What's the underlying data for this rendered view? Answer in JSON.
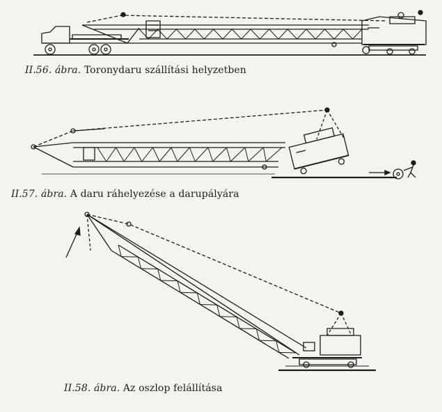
{
  "figures": [
    {
      "number": "II.56.",
      "label": "ábra.",
      "caption": "Toronydaru szállítási helyzetben"
    },
    {
      "number": "II.57.",
      "label": "ábra.",
      "caption": "A daru ráhelyezése a darupályára"
    },
    {
      "number": "II.58.",
      "label": "ábra.",
      "caption": "Az oszlop felállítása"
    }
  ],
  "colors": {
    "ink": "#1c1c1c",
    "paper": "#f4f3ee"
  }
}
